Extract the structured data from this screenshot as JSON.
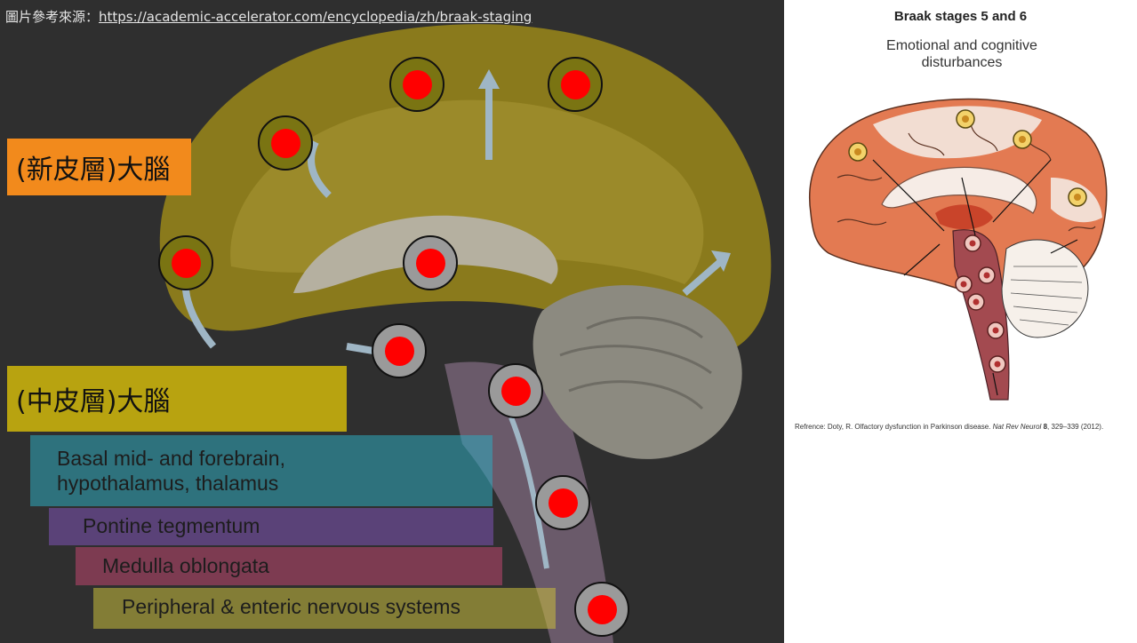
{
  "left": {
    "source_prefix": "圖片參考來源：",
    "source_url": "https://academic-accelerator.com/encyclopedia/zh/braak-staging",
    "neocortex_label": "(新皮層)大腦",
    "mesocortex_label": "(中皮層)大腦",
    "bands": [
      "Basal mid- and forebrain,\nhypothalamus, thalamus",
      "Pontine tegmentum",
      "Medulla oblongata",
      "Peripheral & enteric nervous systems"
    ]
  },
  "right": {
    "title": "Braak stages 5 and 6",
    "subtitle": "Emotional and cognitive disturbances",
    "ref_prefix": "Refrence: Doty, R. Olfactory dysfunction in Parkinson disease.",
    "ref_journal": "Nat Rev Neurol",
    "ref_vol": "8",
    "ref_suffix": ", 329–339 (2012)."
  },
  "colors": {
    "marker_dot": "#ff0000",
    "neocortex_box": "#f28a1c",
    "mesocortex_box": "#b8a310",
    "lesion_orange": "#e37a52",
    "lesion_pale": "#f2ddd2"
  }
}
